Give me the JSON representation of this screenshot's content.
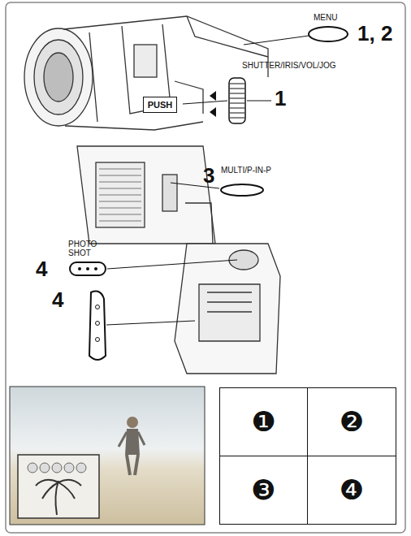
{
  "diagram": {
    "nodes": [
      {
        "text": [
          "PUSH"
        ]
      },
      {
        "text": [
          "❶"
        ]
      },
      {
        "text": [
          "❷"
        ]
      },
      {
        "text": [
          "❸"
        ]
      },
      {
        "text": [
          "❹"
        ]
      }
    ],
    "labels": [
      "MENU",
      "1, 2",
      "SHUTTER/IRIS/VOL/JOG",
      "1",
      "3",
      "MULTI/P-IN-P",
      "4",
      "PHOTO SHOT",
      "4"
    ]
  }
}
